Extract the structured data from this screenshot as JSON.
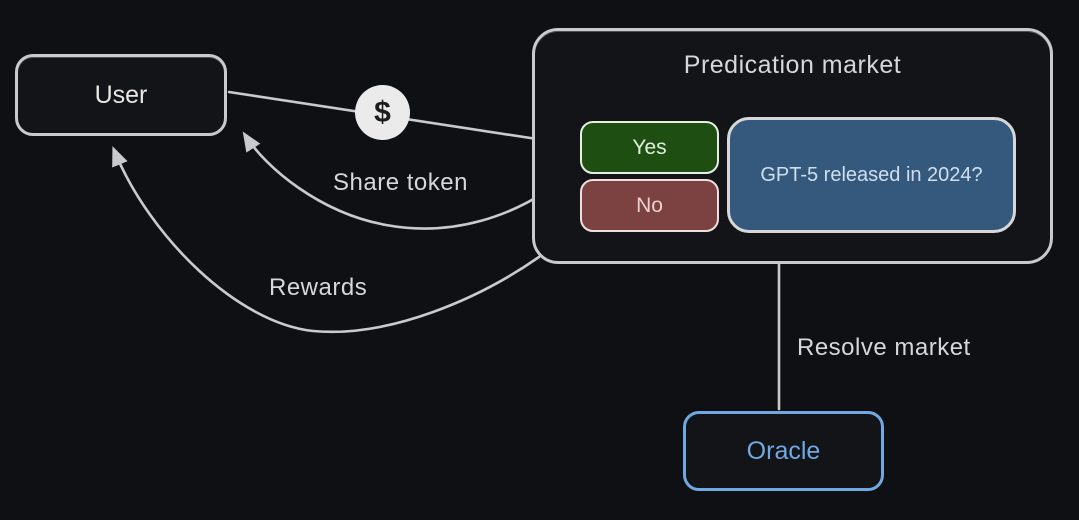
{
  "canvas": {
    "background": "#0f1013"
  },
  "nodes": {
    "user": {
      "label": "User"
    },
    "market": {
      "title": "Predication market",
      "yes": {
        "label": "Yes",
        "bg": "#1f4e13",
        "text_color": "#dff0dc"
      },
      "no": {
        "label": "No",
        "bg": "#7c4141",
        "text_color": "#eecfcf"
      },
      "question": {
        "label": "GPT-5 released in 2024?",
        "bg": "#35597d",
        "text_color": "#cfdff0"
      }
    },
    "oracle": {
      "label": "Oracle",
      "accent": "#70a9e2"
    }
  },
  "edges": {
    "buy": {
      "icon": "dollar-coin-icon",
      "symbol": "$",
      "coin_bg": "#ebebeb"
    },
    "share_token": {
      "label": "Share token"
    },
    "rewards": {
      "label": "Rewards"
    },
    "resolve_market": {
      "label": "Resolve market"
    }
  },
  "colors": {
    "arrow_stroke": "#c9cacc",
    "box_border": "#c9cacc",
    "label_text": "#d6d7d9"
  }
}
